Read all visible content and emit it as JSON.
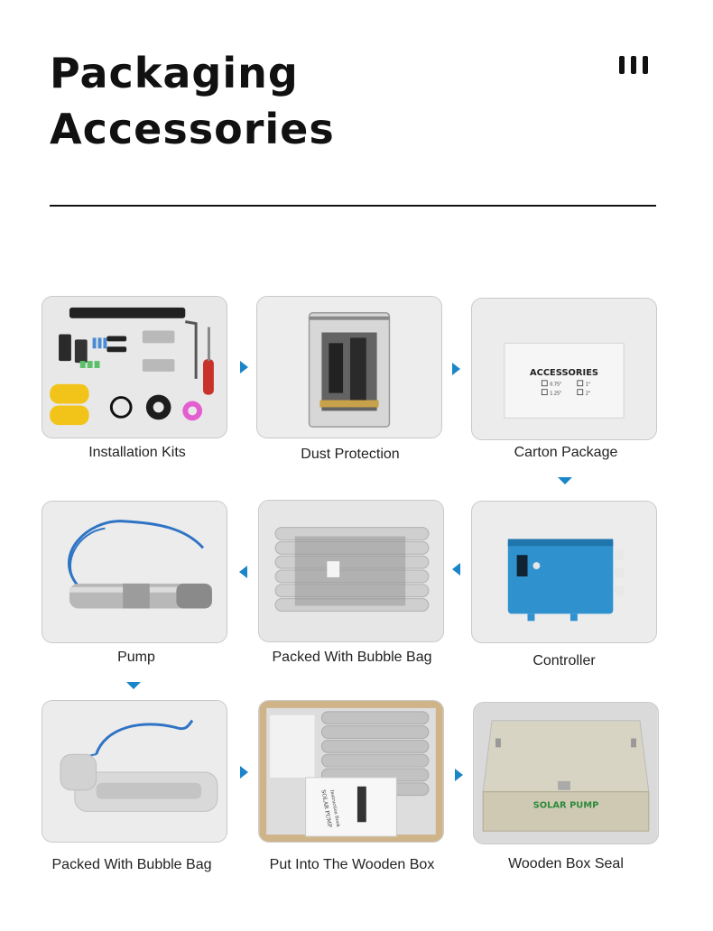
{
  "header": {
    "title_line1": "Packaging",
    "title_line2": "Accessories",
    "menu_icon": "menu-bars-icon"
  },
  "accent_color": "#1a85c9",
  "steps": [
    {
      "label": "Installation Kits"
    },
    {
      "label": "Dust Protection"
    },
    {
      "label": "Carton Package",
      "card_text": "ACCESSORIES",
      "options": [
        "0.75\"",
        "1\"",
        "1.25\"",
        "2\""
      ]
    },
    {
      "label": "Pump"
    },
    {
      "label": "Packed With Bubble Bag"
    },
    {
      "label": "Controller"
    },
    {
      "label": "Packed With Bubble Bag"
    },
    {
      "label": "Put Into The Wooden Box",
      "booklet_text": [
        "SOLAR PUMP",
        "Instruction Book"
      ]
    },
    {
      "label": "Wooden Box Seal",
      "box_text": "SOLAR PUMP"
    }
  ]
}
